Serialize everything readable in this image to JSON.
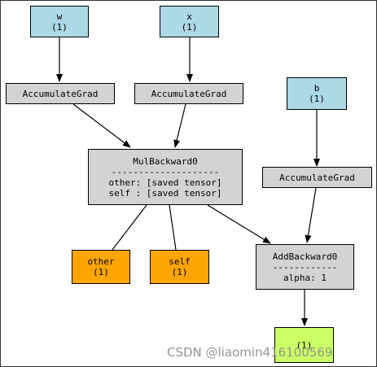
{
  "nodes": {
    "w": {
      "name": "w",
      "shape": "(1)"
    },
    "x": {
      "name": "x",
      "shape": "(1)"
    },
    "b": {
      "name": "b",
      "shape": "(1)"
    },
    "accumulate_w": {
      "label": "AccumulateGrad"
    },
    "accumulate_x": {
      "label": "AccumulateGrad"
    },
    "accumulate_b": {
      "label": "AccumulateGrad"
    },
    "mul_backward": {
      "title": "MulBackward0",
      "divider": "--------------------",
      "line1": "other: [saved tensor]",
      "line2": "self : [saved tensor]"
    },
    "saved_other": {
      "name": "other",
      "shape": "(1)"
    },
    "saved_self": {
      "name": "self",
      "shape": "(1)"
    },
    "add_backward": {
      "title": "AddBackward0",
      "divider": "------------",
      "line1": "alpha: 1"
    },
    "output": {
      "shape": "(1)"
    }
  },
  "watermark": "CSDN @liaomin416100569",
  "colors": {
    "leaf": "#add8e6",
    "op": "#d3d3d3",
    "saved": "#ffa500",
    "output": "#ccff66"
  }
}
